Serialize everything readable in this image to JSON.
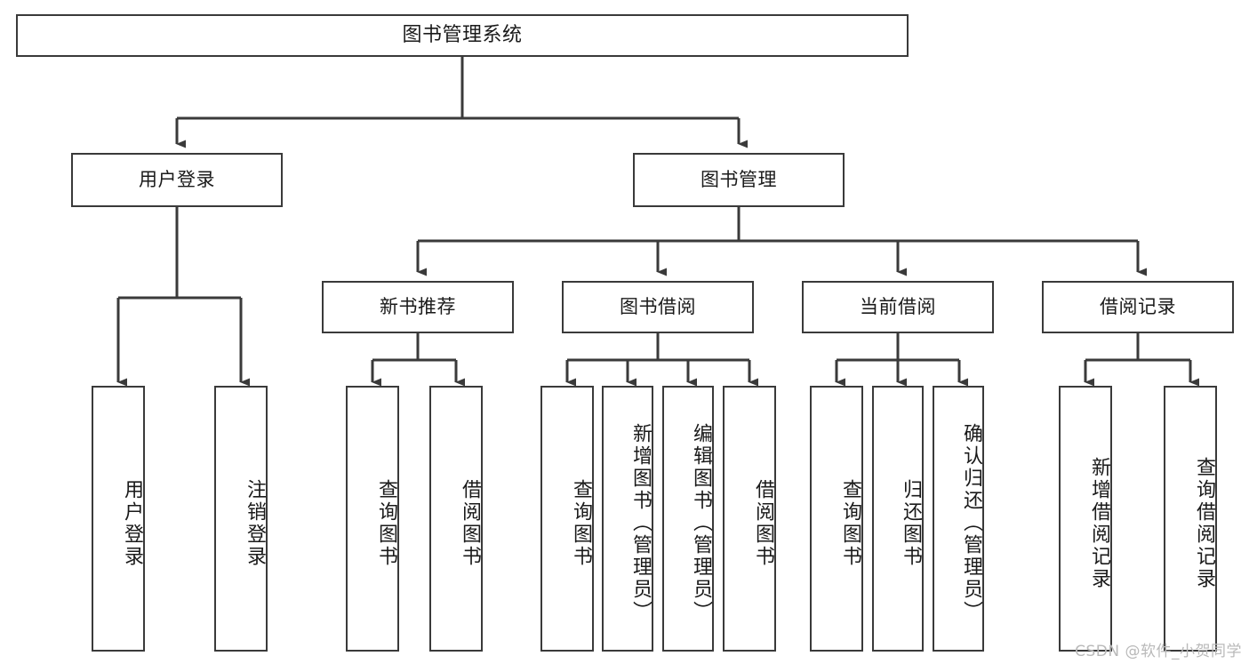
{
  "meta": {
    "title": "图书管理系统 功能结构图",
    "watermark": "CSDN @软件_小贺同学",
    "colors": {
      "background": "#ffffff",
      "node_border": "#3a3a3a",
      "node_fill": "#ffffff",
      "edge": "#3a3a3a",
      "text": "#1a1a1a",
      "watermark": "#b9b9b9"
    }
  },
  "chart_data": {
    "type": "diagram",
    "diagram_type": "tree",
    "title": "图书管理系统",
    "orientation": "top-down",
    "nodes": [
      {
        "id": "root",
        "label": "图书管理系统",
        "level": 0,
        "parent": null,
        "orientation": "horizontal"
      },
      {
        "id": "login",
        "label": "用户登录",
        "level": 1,
        "parent": "root",
        "orientation": "horizontal"
      },
      {
        "id": "bookmgmt",
        "label": "图书管理",
        "level": 1,
        "parent": "root",
        "orientation": "horizontal"
      },
      {
        "id": "newbook",
        "label": "新书推荐",
        "level": 2,
        "parent": "bookmgmt",
        "orientation": "horizontal"
      },
      {
        "id": "borrow",
        "label": "图书借阅",
        "level": 2,
        "parent": "bookmgmt",
        "orientation": "horizontal"
      },
      {
        "id": "current",
        "label": "当前借阅",
        "level": 2,
        "parent": "bookmgmt",
        "orientation": "horizontal"
      },
      {
        "id": "records",
        "label": "借阅记录",
        "level": 2,
        "parent": "bookmgmt",
        "orientation": "horizontal"
      },
      {
        "id": "leaf1",
        "label": "用户登录",
        "level": 2,
        "parent": "login",
        "orientation": "vertical"
      },
      {
        "id": "leaf2",
        "label": "注销登录",
        "level": 2,
        "parent": "login",
        "orientation": "vertical"
      },
      {
        "id": "leaf3",
        "label": "查询图书",
        "level": 3,
        "parent": "newbook",
        "orientation": "vertical"
      },
      {
        "id": "leaf4",
        "label": "借阅图书",
        "level": 3,
        "parent": "newbook",
        "orientation": "vertical"
      },
      {
        "id": "leaf5",
        "label": "查询图书",
        "level": 3,
        "parent": "borrow",
        "orientation": "vertical"
      },
      {
        "id": "leaf6",
        "label": "新增图书（管理员）",
        "level": 3,
        "parent": "borrow",
        "orientation": "vertical"
      },
      {
        "id": "leaf7",
        "label": "编辑图书（管理员）",
        "level": 3,
        "parent": "borrow",
        "orientation": "vertical"
      },
      {
        "id": "leaf8",
        "label": "借阅图书",
        "level": 3,
        "parent": "borrow",
        "orientation": "vertical"
      },
      {
        "id": "leaf9",
        "label": "查询图书",
        "level": 3,
        "parent": "current",
        "orientation": "vertical"
      },
      {
        "id": "leaf10",
        "label": "归还图书",
        "level": 3,
        "parent": "current",
        "orientation": "vertical"
      },
      {
        "id": "leaf11",
        "label": "确认归还（管理员）",
        "level": 3,
        "parent": "current",
        "orientation": "vertical"
      },
      {
        "id": "leaf12",
        "label": "新增借阅记录",
        "level": 3,
        "parent": "records",
        "orientation": "vertical"
      },
      {
        "id": "leaf13",
        "label": "查询借阅记录",
        "level": 3,
        "parent": "records",
        "orientation": "vertical"
      }
    ],
    "edges": [
      {
        "from": "root",
        "to": "login"
      },
      {
        "from": "root",
        "to": "bookmgmt"
      },
      {
        "from": "login",
        "to": "leaf1"
      },
      {
        "from": "login",
        "to": "leaf2"
      },
      {
        "from": "bookmgmt",
        "to": "newbook"
      },
      {
        "from": "bookmgmt",
        "to": "borrow"
      },
      {
        "from": "bookmgmt",
        "to": "current"
      },
      {
        "from": "bookmgmt",
        "to": "records"
      },
      {
        "from": "newbook",
        "to": "leaf3"
      },
      {
        "from": "newbook",
        "to": "leaf4"
      },
      {
        "from": "borrow",
        "to": "leaf5"
      },
      {
        "from": "borrow",
        "to": "leaf6"
      },
      {
        "from": "borrow",
        "to": "leaf7"
      },
      {
        "from": "borrow",
        "to": "leaf8"
      },
      {
        "from": "current",
        "to": "leaf9"
      },
      {
        "from": "current",
        "to": "leaf10"
      },
      {
        "from": "current",
        "to": "leaf11"
      },
      {
        "from": "records",
        "to": "leaf12"
      },
      {
        "from": "records",
        "to": "leaf13"
      }
    ]
  }
}
